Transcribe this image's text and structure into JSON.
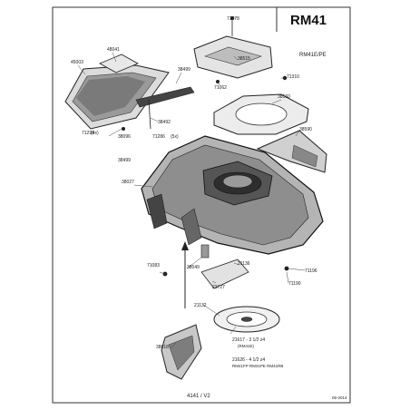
{
  "sheet": {
    "model": "RM41",
    "variant": "RM41E/PE",
    "footer_code": "4141 / V2",
    "footer_date": "06-2014"
  },
  "callouts": [
    {
      "id": "c-71278",
      "text": "71278"
    },
    {
      "id": "c-48041",
      "text": "48041"
    },
    {
      "id": "c-45003",
      "text": "45003"
    },
    {
      "id": "c-38499",
      "text": "38499"
    },
    {
      "id": "c-38515",
      "text": "38515"
    },
    {
      "id": "c-71310",
      "text": "71310"
    },
    {
      "id": "c-71062",
      "text": "71062"
    },
    {
      "id": "c-38560",
      "text": "38560"
    },
    {
      "id": "c-38492",
      "text": "38492"
    },
    {
      "id": "c-71299",
      "text": "71299"
    },
    {
      "id": "c-38096",
      "text": "38096"
    },
    {
      "id": "c-71286",
      "text": "71286"
    },
    {
      "id": "c-38499b",
      "text": "38499"
    },
    {
      "id": "c-38590",
      "text": "38590"
    },
    {
      "id": "c-38027",
      "text": "38027"
    },
    {
      "id": "c-71196",
      "text": "71196"
    },
    {
      "id": "c-21136",
      "text": "21136"
    },
    {
      "id": "c-38049",
      "text": "38049"
    },
    {
      "id": "c-71190",
      "text": "71190"
    },
    {
      "id": "c-71083",
      "text": "71083"
    },
    {
      "id": "c-23727",
      "text": "23727"
    },
    {
      "id": "c-21132",
      "text": "21132"
    },
    {
      "id": "c-38018",
      "text": "38018"
    },
    {
      "id": "c-21617",
      "text": "21617 - 3 1/2 z4"
    },
    {
      "id": "c-21617m",
      "text": "(RM41E)"
    },
    {
      "id": "c-21626",
      "text": "21626 - 4 1/2 z4"
    },
    {
      "id": "c-models",
      "text": "RM41FP    RM41PE    RM41RB"
    }
  ],
  "qty_tags": [
    {
      "id": "q-1",
      "text": "(4x)"
    },
    {
      "id": "q-2",
      "text": "(5x)"
    }
  ]
}
